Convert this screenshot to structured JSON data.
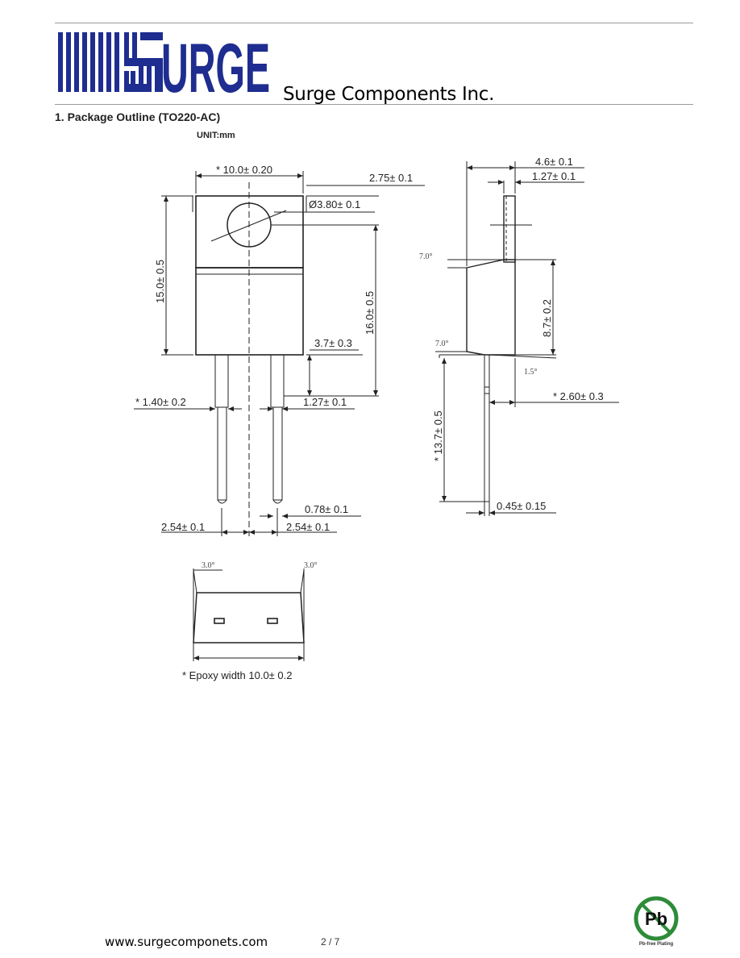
{
  "header": {
    "logo_text": "SURGE",
    "company_name": "Surge Components Inc."
  },
  "section": {
    "heading": "1.  Package Outline (TO220-AC)",
    "unit_label": "UNIT:mm"
  },
  "drawing": {
    "front_view": {
      "width_dim": "* 10.0± 0.20",
      "tab_hole_offset": "2.75± 0.1",
      "hole_diameter": "Ø3.80± 0.1",
      "body_height": "15.0± 0.5",
      "overall_height": "16.0± 0.5",
      "lead_shoulder": "3.7± 0.3",
      "lead_width_upper": "* 1.40± 0.2",
      "lead_width_lower": "1.27± 0.1",
      "lead_thickness": "0.78± 0.1",
      "pitch_left": "2.54± 0.1",
      "pitch_right": "2.54± 0.1"
    },
    "side_view": {
      "total_thickness": "4.6± 0.1",
      "tab_thickness": "1.27± 0.1",
      "top_angle": "7.0°",
      "bottom_angle": "7.0°",
      "lead_angle": "1.5°",
      "body_height": "8.7± 0.2",
      "lead_offset": "* 2.60± 0.3",
      "lead_length": "* 13.7± 0.5",
      "lead_thk": "0.45± 0.15"
    },
    "bottom_view": {
      "left_angle": "3.0°",
      "right_angle": "3.0°",
      "note": "* Epoxy width 10.0± 0.2"
    }
  },
  "footer": {
    "website": "www.surgecomponets.com",
    "page": "2 / 7",
    "badge_text": "Pb",
    "badge_caption": "Pb-free Plating",
    "badge_color": "#2e8b3a"
  }
}
